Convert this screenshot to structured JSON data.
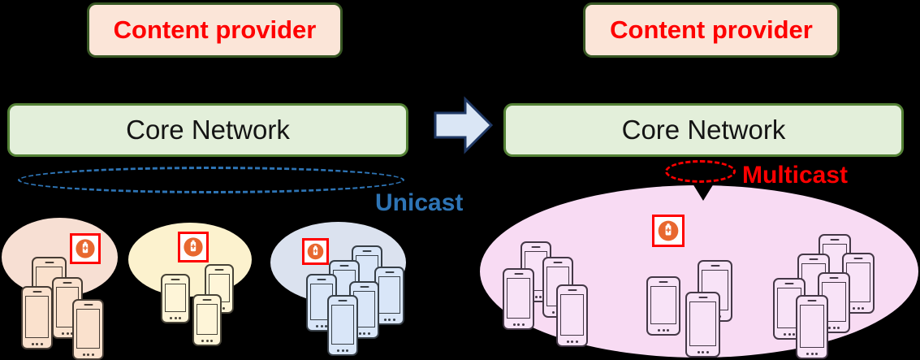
{
  "left_panel": {
    "content_provider_label": "Content provider",
    "core_network_label": "Core Network",
    "cast_label": "Unicast"
  },
  "right_panel": {
    "content_provider_label": "Content provider",
    "core_network_label": "Core Network",
    "cast_label": "Multicast"
  },
  "icons": {
    "media_content": "battery-charging-in-orange-circle",
    "flow_arrow": "right-block-arrow",
    "multicast_arrowhead": "down-triangle"
  },
  "colors": {
    "background": "#000000",
    "content_provider_fill": "#FBE5D8",
    "content_provider_border": "#375623",
    "content_provider_text": "#FE0000",
    "core_network_fill": "#E3EFDA",
    "core_network_border": "#538135",
    "arrow_fill": "#DAE6F5",
    "arrow_border": "#1F3864",
    "unicast_color": "#2E75B6",
    "multicast_color": "#FF0000",
    "icon_border": "#FF0000",
    "icon_circle": "#E8682F"
  },
  "diagram": {
    "groups": [
      {
        "name": "unicast-subscribers-peach",
        "ellipse_fill": "#F7DFD3",
        "phone_fill": "#FAE1CD",
        "outline": "#463C34",
        "ellipse": [
          2,
          268,
          143,
          97
        ],
        "icon": [
          86,
          287,
          38
        ],
        "phones": [
          [
            39,
            316,
            43,
            78
          ],
          [
            64,
            341,
            38,
            76
          ],
          [
            26,
            352,
            39,
            78
          ],
          [
            89,
            368,
            39,
            75
          ]
        ]
      },
      {
        "name": "unicast-subscribers-yellow",
        "ellipse_fill": "#FCF2CE",
        "phone_fill": "#FEF5D8",
        "outline": "#474337",
        "ellipse": [
          158,
          274,
          152,
          91
        ],
        "icon": [
          219,
          285,
          38
        ],
        "phones": [
          [
            198,
            337,
            36,
            61
          ],
          [
            252,
            325,
            36,
            61
          ],
          [
            237,
            362,
            36,
            64
          ]
        ]
      },
      {
        "name": "unicast-subscribers-blue",
        "ellipse_fill": "#DBE2EF",
        "phone_fill": "#D9E6F8",
        "outline": "#373F47",
        "ellipse": [
          333,
          273,
          167,
          100
        ],
        "icon": [
          372,
          293,
          33
        ],
        "phones": [
          [
            433,
            302,
            38,
            71
          ],
          [
            461,
            328,
            37,
            72
          ],
          [
            405,
            320,
            38,
            73
          ],
          [
            377,
            337,
            38,
            71
          ],
          [
            430,
            346,
            37,
            71
          ],
          [
            403,
            363,
            38,
            75
          ]
        ]
      },
      {
        "name": "multicast-subscribers-pink",
        "ellipse_fill": "#F8DBF3",
        "phone_fill": "#F8E3F7",
        "outline": "#443746",
        "ellipse": [
          591,
          228,
          540,
          212
        ],
        "icon": [
          803,
          264,
          40
        ],
        "phones": [
          [
            641,
            297,
            38,
            75
          ],
          [
            668,
            316,
            38,
            75
          ],
          [
            619,
            330,
            39,
            76
          ],
          [
            685,
            350,
            39,
            77
          ],
          [
            796,
            340,
            42,
            73
          ],
          [
            859,
            320,
            43,
            76
          ],
          [
            844,
            359,
            43,
            81
          ],
          [
            1008,
            288,
            40,
            75
          ],
          [
            982,
            312,
            40,
            75
          ],
          [
            1037,
            311,
            40,
            75
          ],
          [
            952,
            342,
            40,
            76
          ],
          [
            1007,
            335,
            40,
            75
          ],
          [
            980,
            363,
            40,
            79
          ]
        ]
      }
    ]
  }
}
